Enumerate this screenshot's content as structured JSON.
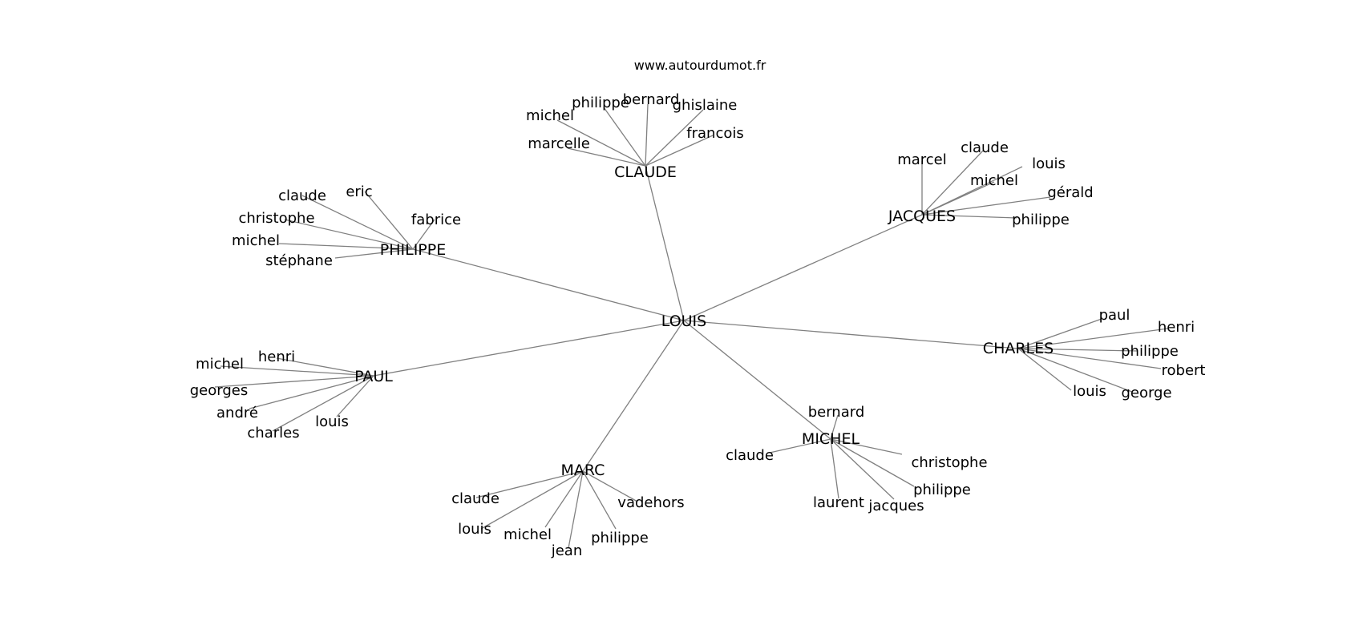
{
  "source_text": "www.autourdumot.fr",
  "colors": {
    "edge": "#808080",
    "text": "#000000",
    "background": "#ffffff"
  },
  "center": {
    "id": "louis",
    "label": "LOUIS"
  },
  "hubs": [
    {
      "id": "claude",
      "label": "CLAUDE",
      "leaves": [
        "michel",
        "philippe",
        "bernard",
        "ghislaine",
        "francois",
        "marcelle"
      ]
    },
    {
      "id": "jacques",
      "label": "JACQUES",
      "leaves": [
        "marcel",
        "claude",
        "louis",
        "michel",
        "gérald",
        "philippe"
      ]
    },
    {
      "id": "philippe",
      "label": "PHILIPPE",
      "leaves": [
        "claude",
        "eric",
        "fabrice",
        "christophe",
        "michel",
        "stéphane"
      ]
    },
    {
      "id": "charles",
      "label": "CHARLES",
      "leaves": [
        "paul",
        "henri",
        "philippe",
        "robert",
        "louis",
        "george"
      ]
    },
    {
      "id": "paul",
      "label": "PAUL",
      "leaves": [
        "henri",
        "michel",
        "georges",
        "andré",
        "charles",
        "louis"
      ]
    },
    {
      "id": "michel",
      "label": "MICHEL",
      "leaves": [
        "bernard",
        "claude",
        "christophe",
        "philippe",
        "laurent",
        "jacques"
      ]
    },
    {
      "id": "marc",
      "label": "MARC",
      "leaves": [
        "claude",
        "vadehors",
        "louis",
        "michel",
        "philippe",
        "jean"
      ]
    }
  ]
}
